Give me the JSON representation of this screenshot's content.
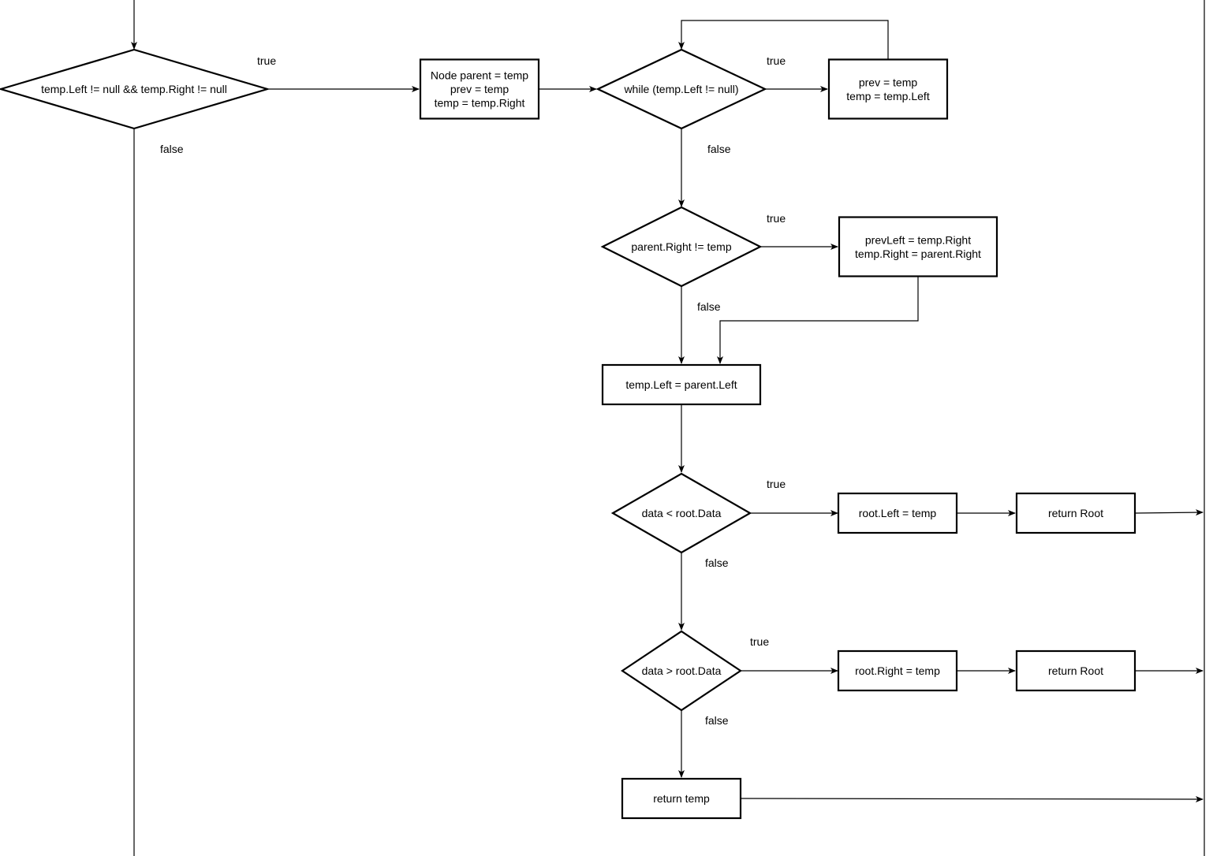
{
  "colors": {
    "stroke": "#000000",
    "background": "#ffffff",
    "text": "#000000"
  },
  "nodes": {
    "cond_both_children": {
      "shape": "decision",
      "lines": [
        "temp.Left != null && temp.Right != null"
      ]
    },
    "init_parent": {
      "shape": "process",
      "lines": [
        "Node parent = temp",
        "prev = temp",
        "temp = temp.Right"
      ]
    },
    "while_left": {
      "shape": "decision",
      "lines": [
        "while (temp.Left != null)"
      ]
    },
    "advance_left": {
      "shape": "process",
      "lines": [
        "prev = temp",
        "temp = temp.Left"
      ]
    },
    "cond_parent_right": {
      "shape": "decision",
      "lines": [
        "parent.Right != temp"
      ]
    },
    "relink_right": {
      "shape": "process",
      "lines": [
        "prevLeft = temp.Right",
        "temp.Right = parent.Right"
      ]
    },
    "assign_left": {
      "shape": "process",
      "lines": [
        "temp.Left = parent.Left"
      ]
    },
    "cond_less": {
      "shape": "decision",
      "lines": [
        "data < root.Data"
      ]
    },
    "set_root_left": {
      "shape": "process",
      "lines": [
        "root.Left = temp"
      ]
    },
    "return_root_1": {
      "shape": "process",
      "lines": [
        "return Root"
      ]
    },
    "cond_greater": {
      "shape": "decision",
      "lines": [
        "data > root.Data"
      ]
    },
    "set_root_right": {
      "shape": "process",
      "lines": [
        "root.Right = temp"
      ]
    },
    "return_root_2": {
      "shape": "process",
      "lines": [
        "return Root"
      ]
    },
    "return_temp": {
      "shape": "process",
      "lines": [
        "return temp"
      ]
    }
  },
  "edge_labels": {
    "cond_both_children_true": "true",
    "cond_both_children_false": "false",
    "while_left_true": "true",
    "while_left_false": "false",
    "cond_parent_right_true": "true",
    "cond_parent_right_false": "false",
    "cond_less_true": "true",
    "cond_less_false": "false",
    "cond_greater_true": "true",
    "cond_greater_false": "false"
  }
}
